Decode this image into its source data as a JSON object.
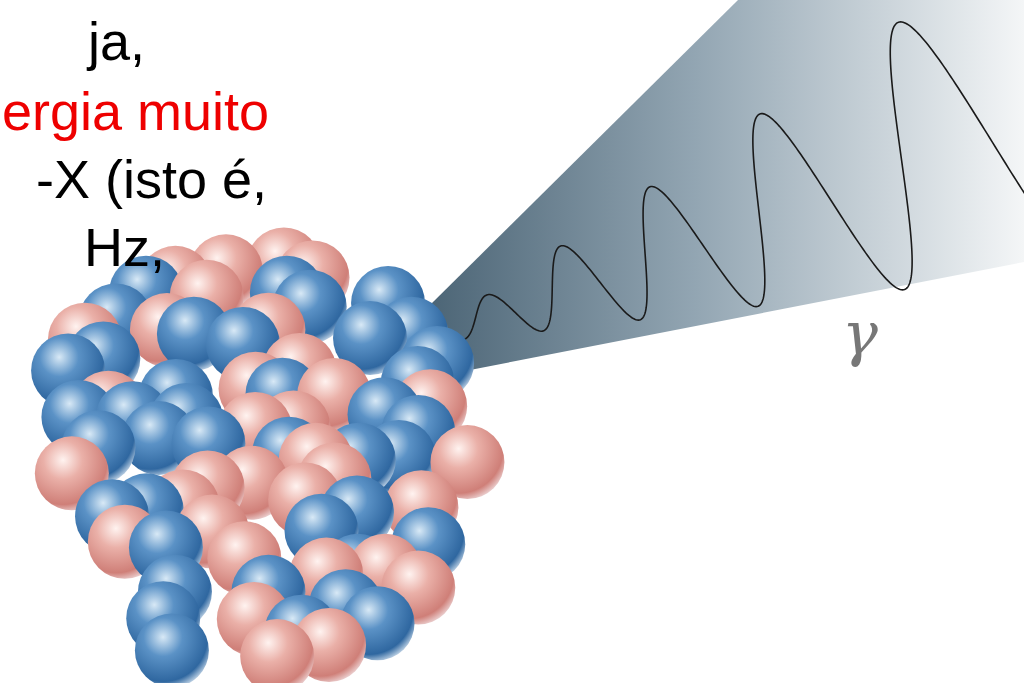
{
  "diagram": {
    "labels": [
      "ja,",
      "ergia muito",
      "-X (isto é,",
      "Hz,",
      "γ"
    ]
  }
}
